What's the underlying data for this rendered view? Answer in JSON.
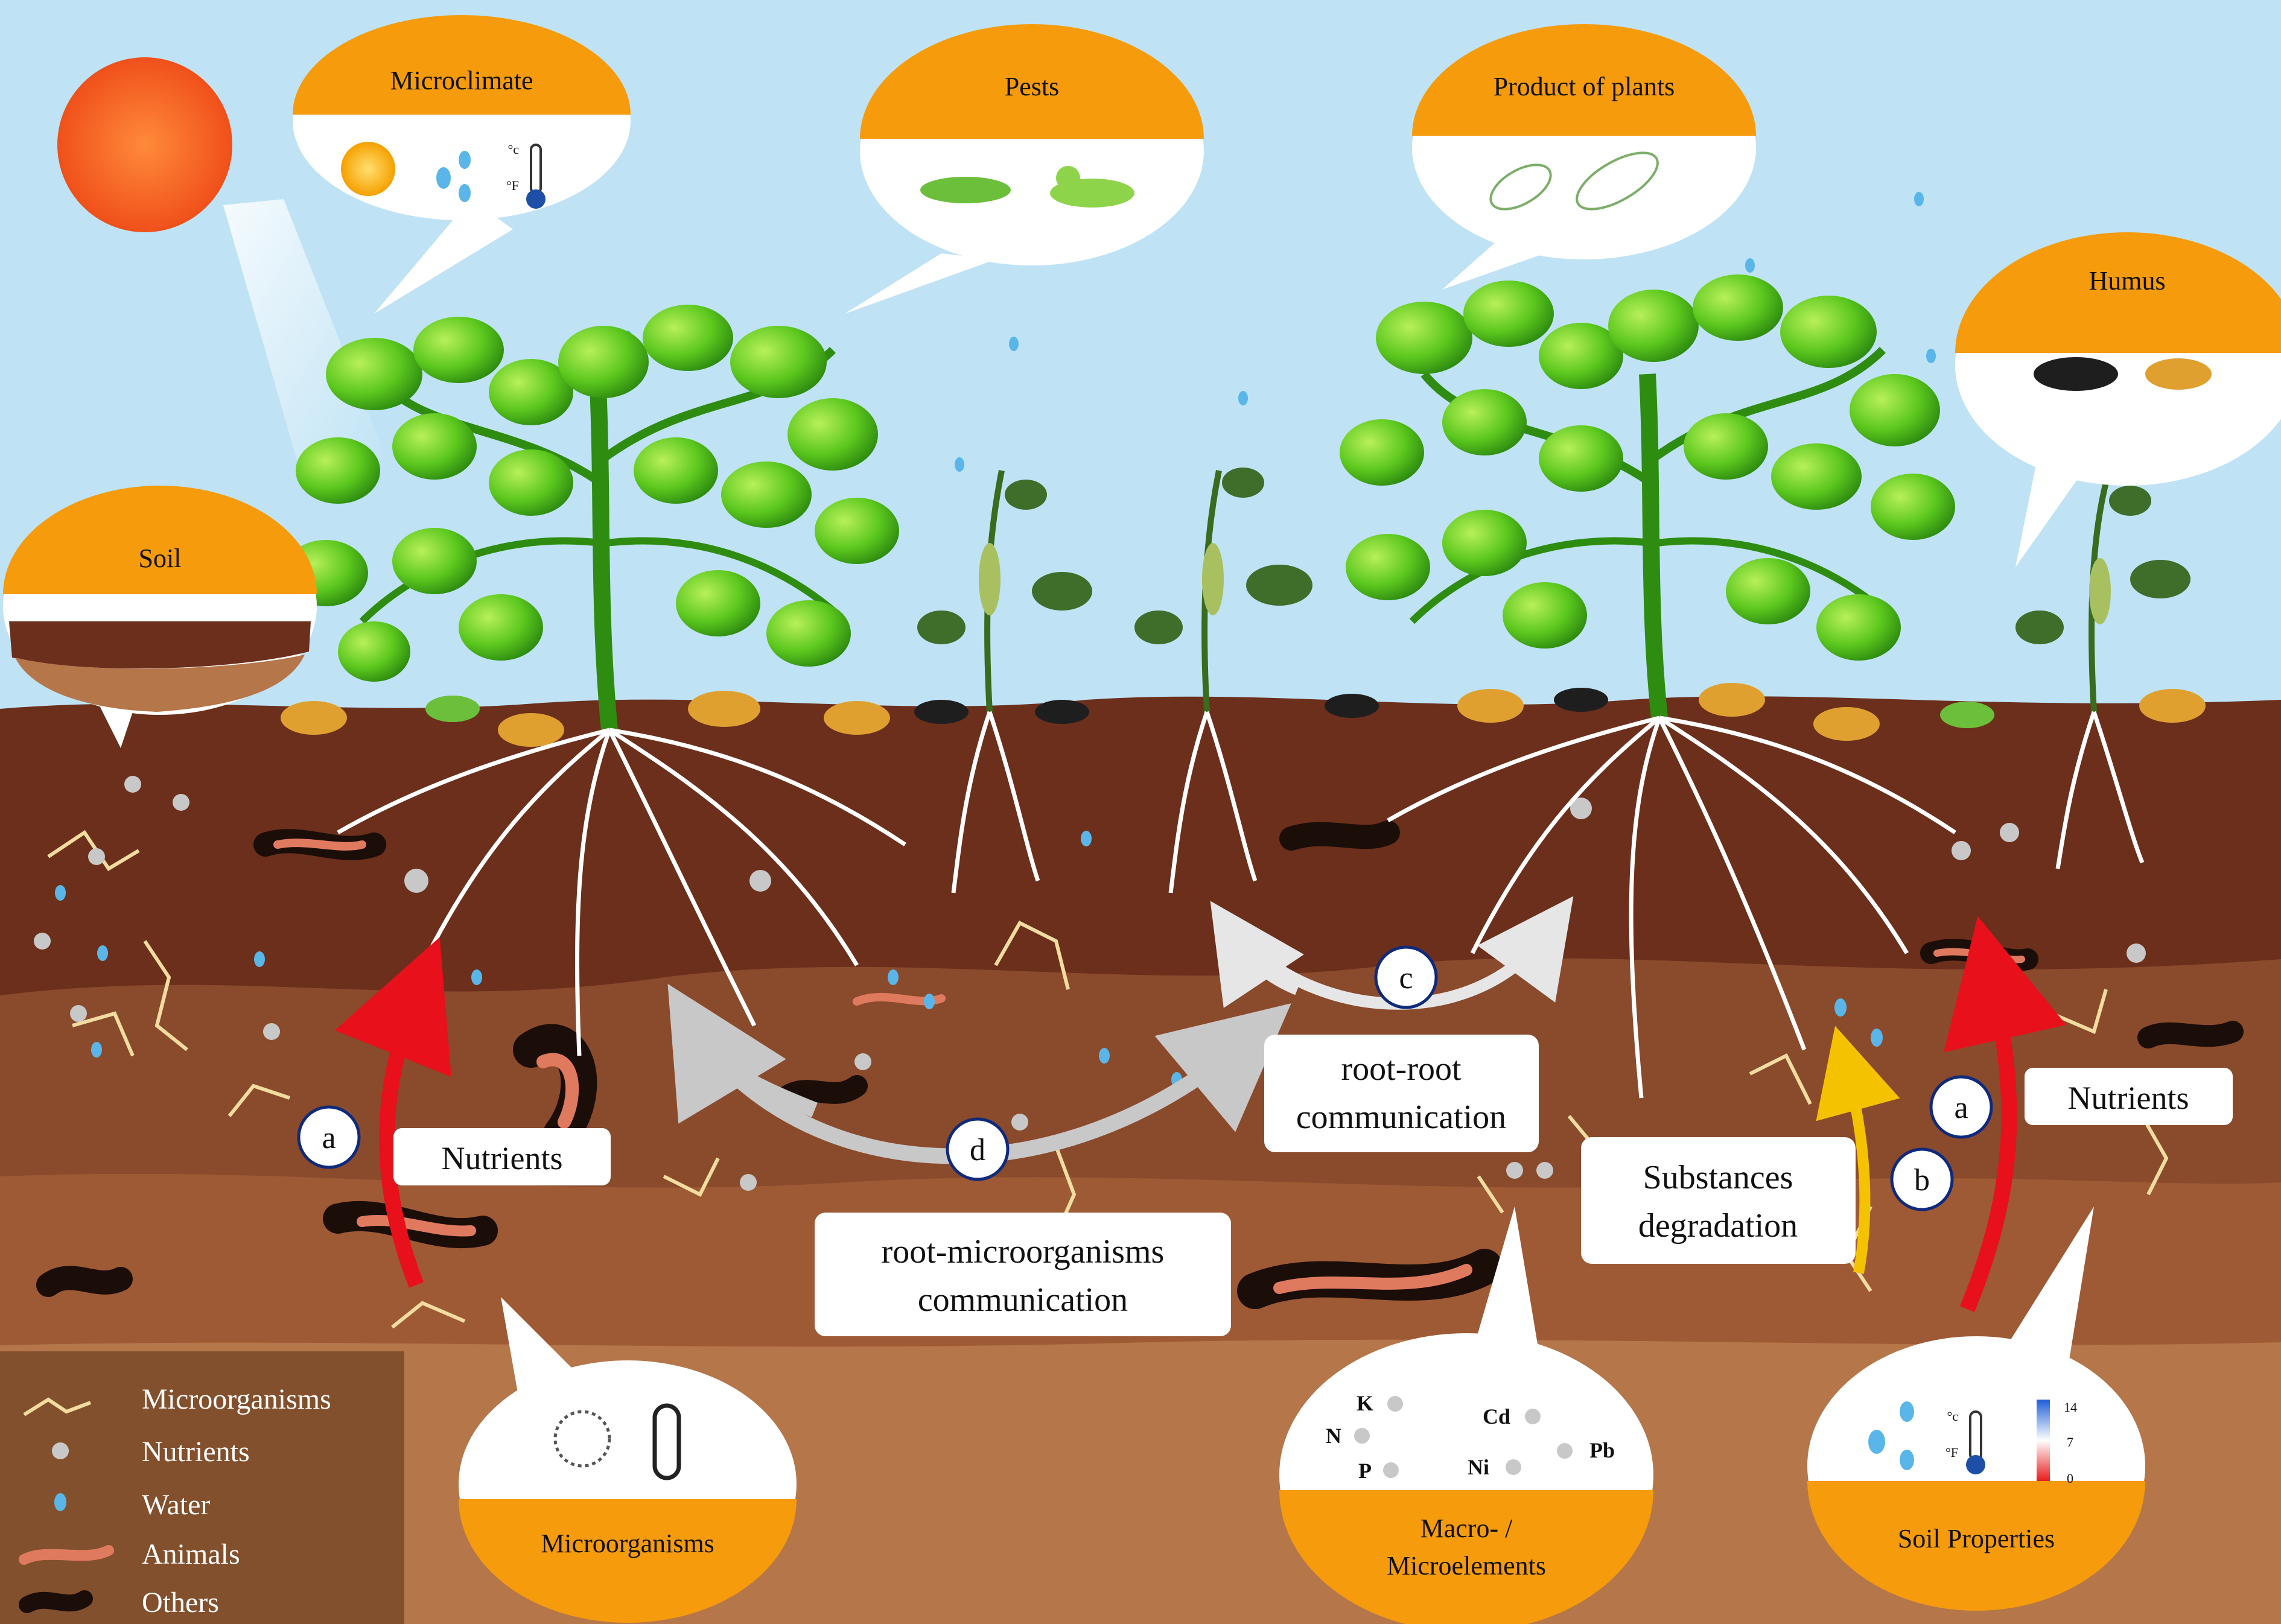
{
  "bubbles": {
    "microclimate": "Microclimate",
    "pests": "Pests",
    "product_of_plants": "Product of plants",
    "humus": "Humus",
    "soil": "Soil",
    "microorganisms": "Microorganisms",
    "macro_micro_line1": "Macro- /",
    "macro_micro_line2": "Microelements",
    "soil_properties": "Soil Properties"
  },
  "thermometer": {
    "c": "°c",
    "f": "°F"
  },
  "ph_scale": {
    "top": "14",
    "mid": "7",
    "bottom": "0"
  },
  "elements": {
    "k": "K",
    "n": "N",
    "p": "P",
    "cd": "Cd",
    "ni": "Ni",
    "pb": "Pb"
  },
  "labels": {
    "nutrients_left": "Nutrients",
    "nutrients_right": "Nutrients",
    "root_root_line1": "root-root",
    "root_root_line2": "communication",
    "substances_line1": "Substances",
    "substances_line2": "degradation",
    "root_micro_line1": "root-microorganisms",
    "root_micro_line2": "communication"
  },
  "markers": {
    "a_left": "a",
    "a_right": "a",
    "b": "b",
    "c": "c",
    "d": "d"
  },
  "legend": {
    "microorganisms": "Microorganisms",
    "nutrients": "Nutrients",
    "water": "Water",
    "animals": "Animals",
    "others": "Others"
  },
  "colors": {
    "sky": "#bfe3f5",
    "bubble_header": "#f59b0c",
    "soil_dark": "#6b2f1c",
    "soil_mid": "#8a4a2c",
    "soil_light": "#b5764a",
    "arrow_red": "#e8101a",
    "arrow_yellow": "#f5c200",
    "arrow_gray": "#c8c8c8"
  }
}
